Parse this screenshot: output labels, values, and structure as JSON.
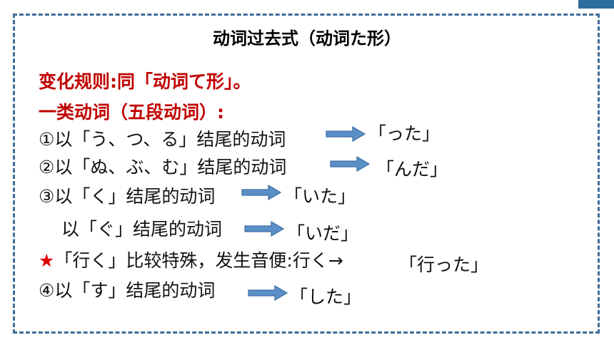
{
  "colors": {
    "frame_border": "#3f6d99",
    "rule_text": "#c00000",
    "arrow_fill": "#5b8fc7",
    "arrow_stroke": "#3d6fa3",
    "star": "#e00000",
    "top_accent": "#2e6ea0"
  },
  "title": "动词过去式（动词た形）",
  "rule": "变化规则:同「动词て形」。",
  "category": "一类动词（五段动词）:",
  "rows": [
    {
      "label": "①以「う、つ、る」结尾的动词",
      "result": "「った」"
    },
    {
      "label": "②以「ぬ、ぶ、む」结尾的动词",
      "result": "「んだ」"
    },
    {
      "label": "③以「く」结尾的动词",
      "result": "「いた」"
    },
    {
      "label": "以「ぐ」结尾的动词",
      "result": "「いだ」"
    }
  ],
  "special": {
    "star": "★",
    "text": "「行く」比较特殊，发生音便:行く→",
    "result": "「行った」"
  },
  "last_row": {
    "label": "④以「す」结尾的动词",
    "result": "「した」"
  }
}
